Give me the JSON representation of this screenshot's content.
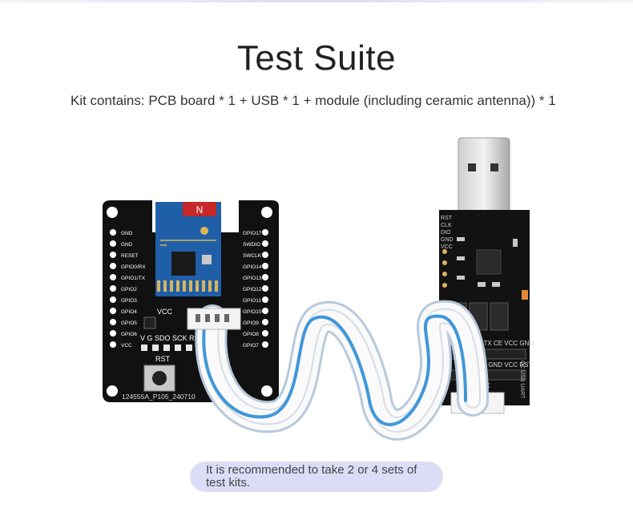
{
  "header": {
    "title": "Test Suite",
    "subtitle": "Kit contains: PCB board * 1 + USB * 1 + module (including ceramic antenna)) * 1"
  },
  "board": {
    "left_pins": [
      "GND",
      "GND",
      "RESET",
      "GPIO0/RX",
      "GPIO1/TX",
      "GPIO2",
      "GPIO3",
      "GPIO4",
      "GPIO5",
      "GPIO6",
      "VCC"
    ],
    "right_pins": [
      "GPIO17",
      "SWDIO",
      "SWCLK",
      "GPIO14",
      "GPIO13",
      "GPIO12",
      "GPIO11",
      "GPIO10",
      "GPIO9",
      "GPIO8",
      "GPIO7"
    ],
    "vcc_label": "VCC",
    "header_labels": "V G SDO SCK RST",
    "rst_label": "RST",
    "part_number": "124555A_P105_240710"
  },
  "usb_adapter": {
    "side_labels": [
      "RST",
      "CLK",
      "DIO",
      "GND",
      "VCC"
    ],
    "row1": "STAUX RX TX CE VCC GND",
    "row2": "E RX TX GND VCC RST",
    "row3": "RX TX",
    "side_text": "CC USB UART"
  },
  "note": {
    "text": "It is recommended to take 2 or 4 sets of test kits."
  }
}
